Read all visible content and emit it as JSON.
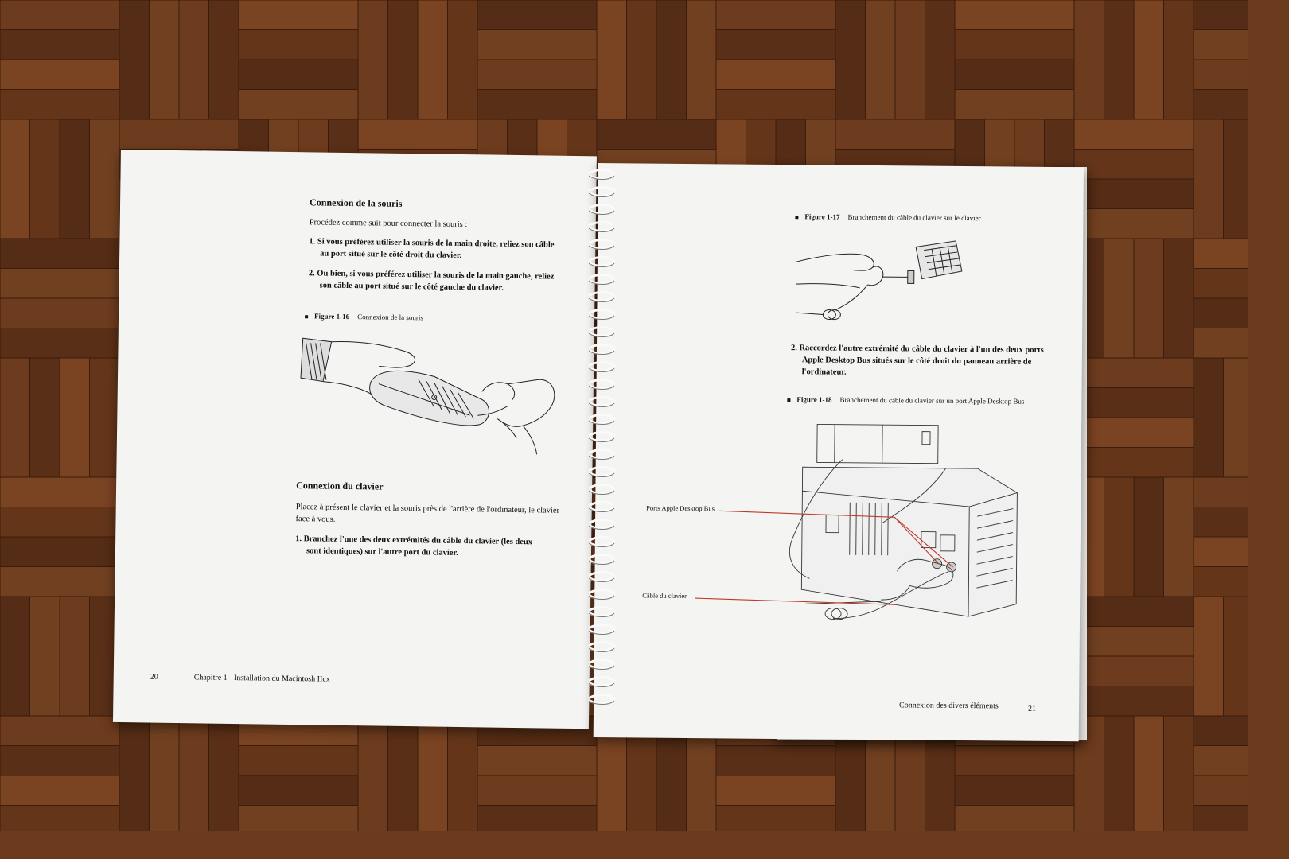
{
  "left_page": {
    "section1_title": "Connexion de la souris",
    "section1_intro": "Procédez comme suit pour connecter la souris :",
    "step1_line1": "1.  Si vous préférez utiliser la souris de la main droite, reliez son  câble",
    "step1_line2": "au port situé sur le côté droit du clavier.",
    "step2_line1": "2.  Ou bien, si vous préférez utiliser la souris de la main gauche, reliez",
    "step2_line2": "son câble au port situé sur le côté gauche du clavier.",
    "figure_label": "Figure 1-16",
    "figure_caption": "Connexion de la souris",
    "section2_title": "Connexion du clavier",
    "section2_intro_line1": "Placez à présent le clavier et la souris près de l'arrière de l'ordinateur, le clavier",
    "section2_intro_line2": "face à vous.",
    "step3_line1": "1.  Branchez l'une des deux extrémités du câble du clavier (les deux",
    "step3_line2": "sont identiques) sur l'autre port du clavier.",
    "page_number": "20",
    "running_footer": "Chapitre 1 - Installation du Macintosh IIcx"
  },
  "right_page": {
    "figure17_label": "Figure 1-17",
    "figure17_caption": "Branchement du câble du clavier sur le clavier",
    "step_line1": "2.  Raccordez l'autre extrémité du câble du clavier à l'un des deux ports",
    "step_line2": "Apple Desktop Bus situés sur le côté droit du panneau arrière de",
    "step_line3": "l'ordinateur.",
    "figure18_label": "Figure 1-18",
    "figure18_caption": "Branchement du câble du clavier sur un port Apple Desktop Bus",
    "callout_ports": "Ports Apple Desktop Bus",
    "callout_cable": "Câble du clavier",
    "running_footer": "Connexion des divers éléments",
    "page_number": "21"
  },
  "colors": {
    "paper": "#f4f4f2",
    "wood": "#6b3a1c",
    "callout_line": "#c0392b"
  }
}
